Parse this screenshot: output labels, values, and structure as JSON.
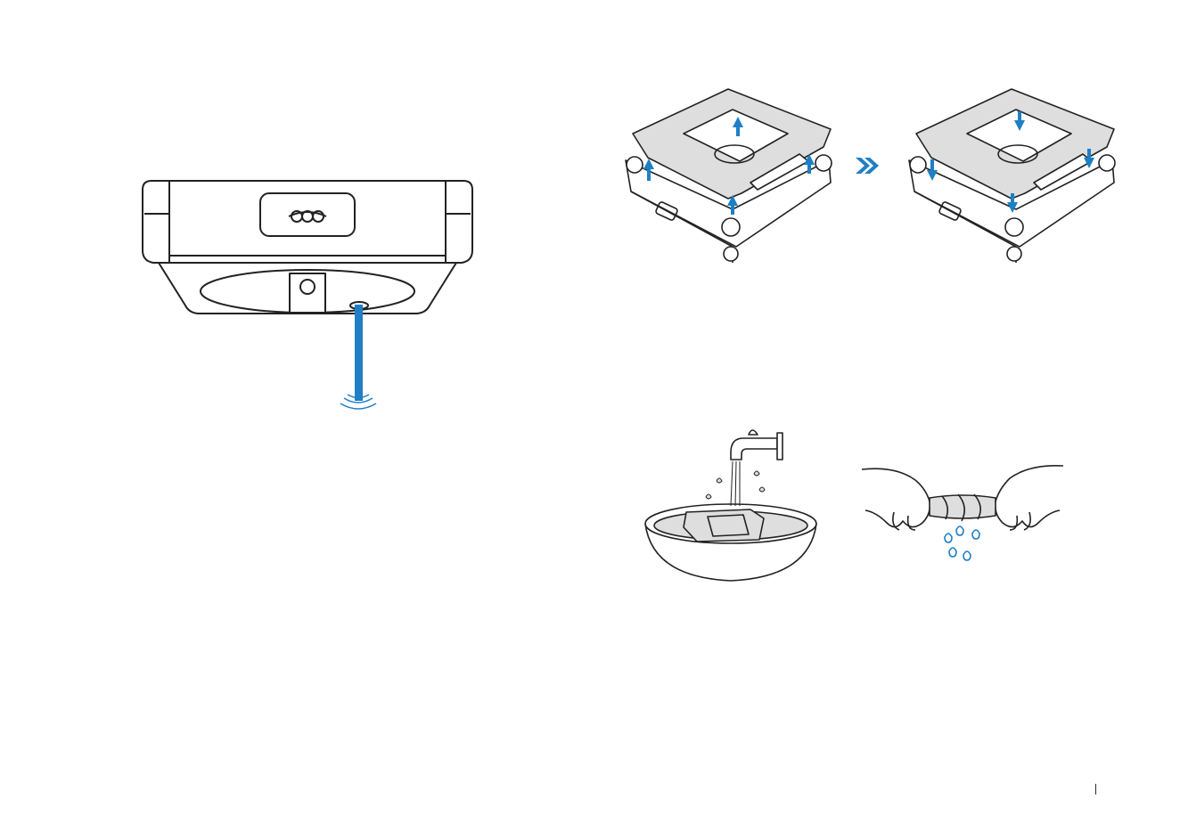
{
  "colors": {
    "accent": "#1f7fc4",
    "line": "#222222",
    "grey_fill": "#dedede",
    "background": "#ffffff"
  },
  "illustrations": [
    {
      "name": "robot-water-drain",
      "icon": "robot-underside-drain-illustration"
    },
    {
      "name": "pad-removal",
      "icon": "pad-lift-off-illustration"
    },
    {
      "name": "step-arrow",
      "icon": "double-chevron-right-icon"
    },
    {
      "name": "pad-attach",
      "icon": "pad-press-on-illustration"
    },
    {
      "name": "pad-soak",
      "icon": "faucet-bowl-soak-illustration"
    },
    {
      "name": "pad-wring",
      "icon": "hands-wring-cloth-illustration"
    }
  ]
}
